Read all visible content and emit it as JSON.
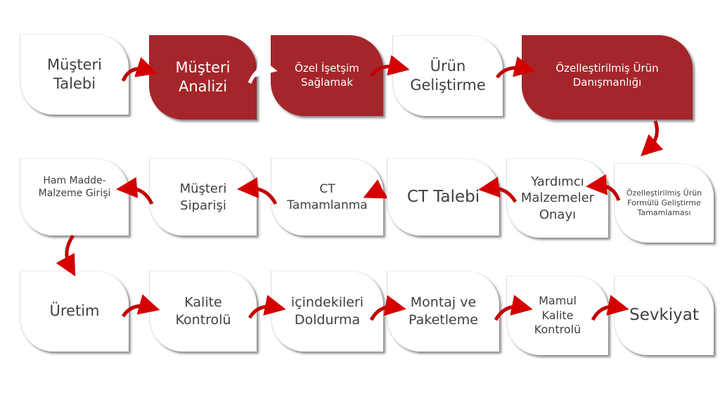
{
  "colors": {
    "accent": "#a4262b",
    "arrow": "#d40000"
  },
  "steps": [
    {
      "label": "Müşteri\nTalebi"
    },
    {
      "label": "Müşteri\nAnalizi"
    },
    {
      "label": "Özel İşetşim\nSağlamak"
    },
    {
      "label": "Ürün\nGeliştirme"
    },
    {
      "label": "Özelleştirilmiş Ürün\nDanışmanlığı"
    },
    {
      "label": "Özelleştirilmiş Ürün\nFormülü Geliştirme\nTamamlaması"
    },
    {
      "label": "Yardımcı\nMalzemeler\nOnayı"
    },
    {
      "label": "CT Talebi"
    },
    {
      "label": "CT\nTamamlanma"
    },
    {
      "label": "Müşteri\nSiparişi"
    },
    {
      "label": "Ham Madde-\nMalzeme Girişi"
    },
    {
      "label": "Üretim"
    },
    {
      "label": "Kalite\nKontrolü"
    },
    {
      "label": "içindekileri\nDoldurma"
    },
    {
      "label": "Montaj ve\nPaketleme"
    },
    {
      "label": "Mamul\nKalite\nKontrolü"
    },
    {
      "label": "Sevkiyat"
    }
  ]
}
